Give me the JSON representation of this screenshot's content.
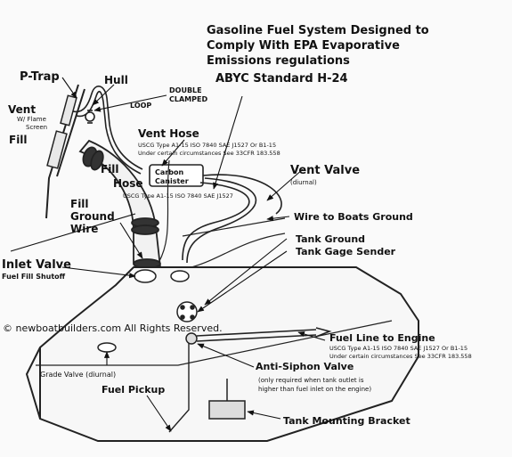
{
  "title": {
    "line1": "Gasoline Fuel System Designed to",
    "line2": "Comply With EPA Evaporative",
    "line3": "Emissions regulations",
    "line4": "ABYC Standard H-24"
  },
  "labels": {
    "p_trap": "P-Trap",
    "hull": "Hull",
    "double_clamped_1": "DOUBLE",
    "double_clamped_2": "CLAMPED",
    "loop": "LOOP",
    "vent": "Vent",
    "vent_sub1": "W/ Flame",
    "vent_sub2": "Screen",
    "fill": "Fill",
    "vent_hose": "Vent Hose",
    "vent_hose_spec1": "USCG Type A1-15 ISO 7840 SAE J1527 Or B1-15",
    "vent_hose_spec2": "Under certain circumstances See 33CFR 183.558",
    "carbon_canister_1": "Carbon",
    "carbon_canister_2": "Canister",
    "fill_hose_1": "Fill",
    "fill_hose_2": "Hose",
    "fill_hose_spec": "USCG Type A1-15  ISO 7840   SAE J1527",
    "vent_valve": "Vent Valve",
    "diurnal": "(diurnal)",
    "fill_ground_1": "Fill",
    "fill_ground_2": "Ground",
    "fill_ground_3": "Wire",
    "wire_to_ground": "Wire to Boats Ground",
    "tank_ground": "Tank Ground",
    "tank_gage": "Tank Gage Sender",
    "inlet_valve": "Inlet Valve",
    "fuel_fill_shutoff": "Fuel Fill Shutoff",
    "copyright": "© newboatbuilders.com   All Rights Reserved.",
    "fuel_line": "Fuel Line to Engine",
    "fuel_line_spec1": "USCG Type A1-15 ISO 7840 SAE J1527 Or B1-15",
    "fuel_line_spec2": "Under certain circumstances See 33CFR 183.558",
    "grade_valve": "Grade Valve (diurnal)",
    "anti_siphon": "Anti-Siphon Valve",
    "anti_siphon_note1": "(only required when tank outlet is",
    "anti_siphon_note2": "higher than fuel inlet on the engine)",
    "fuel_pickup": "Fuel Pickup",
    "tank_bracket": "Tank Mounting Bracket"
  }
}
